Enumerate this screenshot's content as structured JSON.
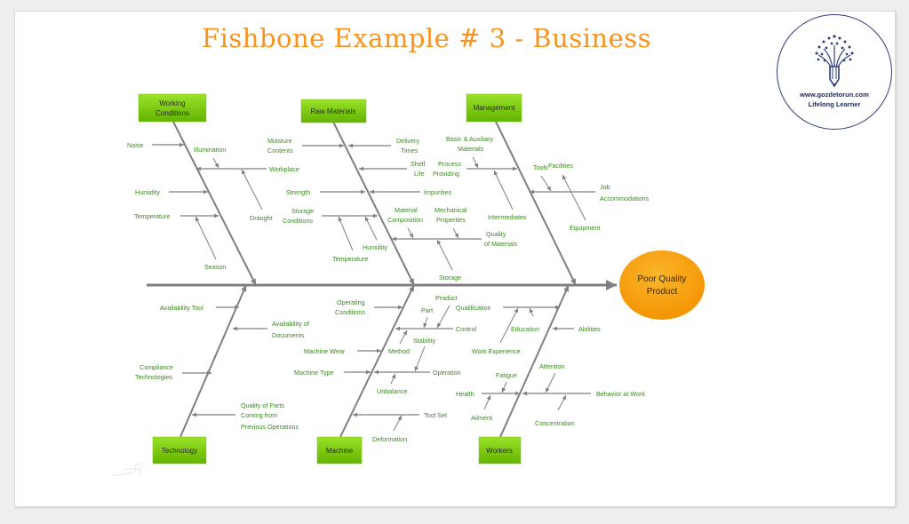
{
  "title": "Fishbone Example # 3 - Business",
  "logo": {
    "url": "www.gozdetorun.com",
    "tagline": "Lifelong Learner",
    "icon": "pencil-tree-icon"
  },
  "colors": {
    "title": "#f7931e",
    "category_box": "#7ac70c",
    "head_fill": "#f7a21b",
    "label_text": "#3a8a1f",
    "bone": "#7f7f7f",
    "logo_border": "#2e3a7a"
  },
  "head": {
    "line1": "Poor Quality",
    "line2": "Product"
  },
  "categories": {
    "working_conditions": {
      "line1": "Working",
      "line2": "Conditions"
    },
    "raw_materials": {
      "line1": "Raw Materials"
    },
    "management": {
      "line1": "Management"
    },
    "technology": {
      "line1": "Technology"
    },
    "machine": {
      "line1": "Machine"
    },
    "workers": {
      "line1": "Workers"
    }
  },
  "causes": {
    "noise": [
      "Noise"
    ],
    "illumination": [
      "Illumination"
    ],
    "workplace": [
      "Workplace"
    ],
    "draught": [
      "Draught"
    ],
    "humidity_wc": [
      "Humidity"
    ],
    "temperature_wc": [
      "Temperature"
    ],
    "season": [
      "Season"
    ],
    "moisture": [
      "Moisture",
      "Contents"
    ],
    "delivery": [
      "Delivery",
      "Times"
    ],
    "shelf": [
      "Shelf",
      "Life"
    ],
    "strength": [
      "Strength"
    ],
    "impurities": [
      "Impurities"
    ],
    "storage_cond": [
      "Storage",
      "Conditions"
    ],
    "humidity_rm": [
      "Humidity"
    ],
    "temperature_rm": [
      "Temperature"
    ],
    "material_comp": [
      "Material",
      "Composition"
    ],
    "mech_props": [
      "Mechanical",
      "Properties"
    ],
    "quality_mat": [
      "Quality",
      "of Materials"
    ],
    "storage": [
      "Storage"
    ],
    "basic": [
      "Basic & Auxiliary",
      "Materials"
    ],
    "process": [
      "Process",
      "Providing"
    ],
    "intermediates": [
      "Intermediates"
    ],
    "tools": [
      "Tools"
    ],
    "facilities": [
      "Facilities"
    ],
    "job": [
      "Job",
      "Accommodations"
    ],
    "equipment": [
      "Equipment"
    ],
    "avail_tool": [
      "Availability Tool"
    ],
    "avail_docs": [
      "Availability of",
      "Documents"
    ],
    "compliance": [
      "Compliance",
      "Technologies"
    ],
    "quality_parts": [
      "Quality of Parts",
      "Coming from",
      "Previous Operations"
    ],
    "operating": [
      "Operating",
      "Conditions"
    ],
    "part": [
      "Part"
    ],
    "product": [
      "Product"
    ],
    "control": [
      "Control"
    ],
    "stability": [
      "Stability"
    ],
    "machine_wear": [
      "Machine Wear"
    ],
    "method": [
      "Method"
    ],
    "machine_type": [
      "Machine Type"
    ],
    "operation": [
      "Operation"
    ],
    "unbalance": [
      "Unbalance"
    ],
    "tool_set": [
      "Tool Set"
    ],
    "deformation": [
      "Deformation"
    ],
    "qualification": [
      "Qualification"
    ],
    "education": [
      "Education"
    ],
    "abilities": [
      "Abilities"
    ],
    "work_exp": [
      "Work Experience"
    ],
    "attention": [
      "Attention"
    ],
    "fatigue": [
      "Fatigue"
    ],
    "health": [
      "Health"
    ],
    "behavior": [
      "Behavior at Work"
    ],
    "ailment": [
      "Ailment"
    ],
    "concentration": [
      "Concentration"
    ]
  }
}
